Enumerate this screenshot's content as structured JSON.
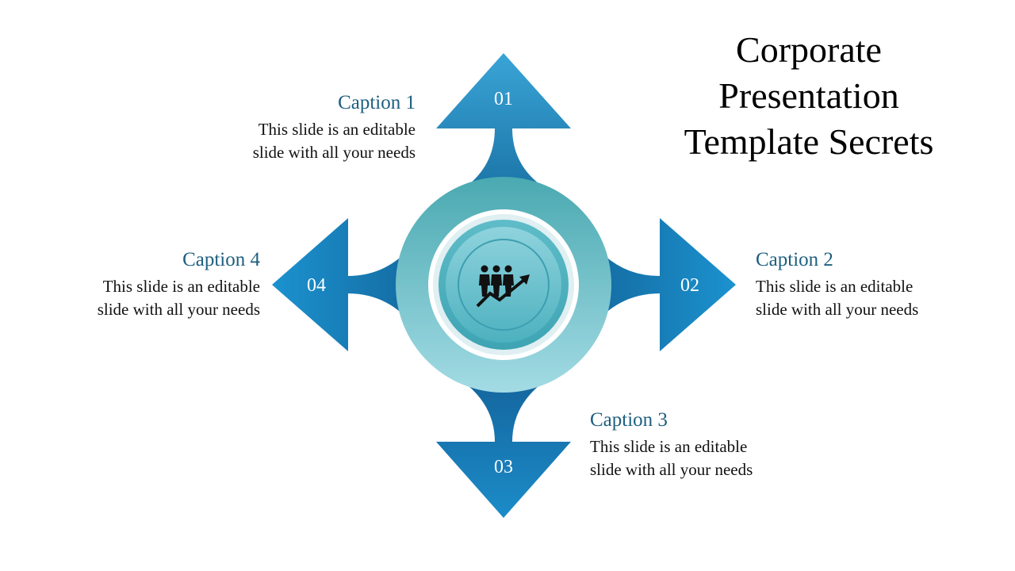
{
  "title": {
    "line1": "Corporate",
    "line2": "Presentation",
    "line3": "Template Secrets"
  },
  "colors": {
    "caption_title": "#1d5f80",
    "arrow_light": "#3aa4d6",
    "arrow_dark": "#1678b0",
    "ring_outer_top": "#4aa9b1",
    "ring_outer_bottom": "#a3dbe4",
    "center_fill": "#6fc3cf"
  },
  "center_icon": "team-growth-icon",
  "items": [
    {
      "number": "01",
      "caption": "Caption 1",
      "text_line1": "This slide is an editable",
      "text_line2": "slide with all your needs"
    },
    {
      "number": "02",
      "caption": "Caption 2",
      "text_line1": "This slide is an editable",
      "text_line2": "slide with all your needs"
    },
    {
      "number": "03",
      "caption": "Caption 3",
      "text_line1": "This slide is an editable",
      "text_line2": "slide with all your needs"
    },
    {
      "number": "04",
      "caption": "Caption 4",
      "text_line1": "This slide is an editable",
      "text_line2": "slide with all your needs"
    }
  ]
}
